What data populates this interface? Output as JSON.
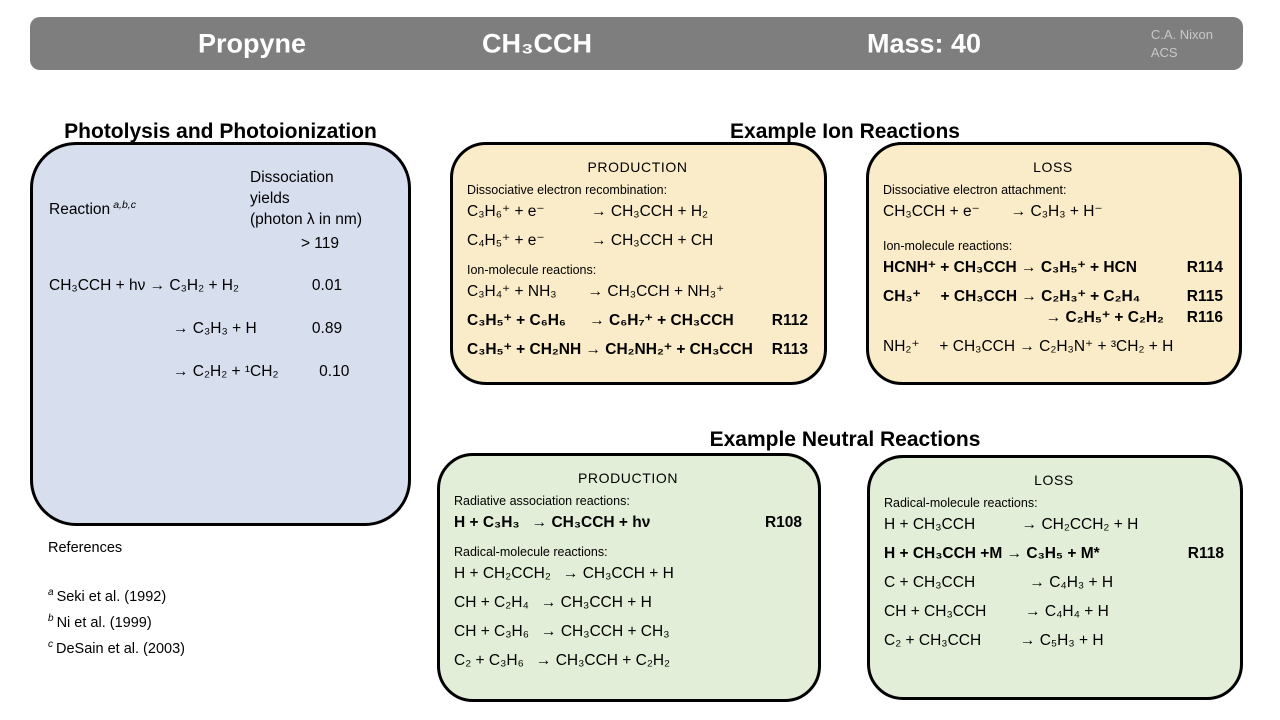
{
  "header": {
    "name": "Propyne",
    "formula": "CH₃CCH",
    "mass": "Mass: 40",
    "credit_line1": "C.A. Nixon",
    "credit_line2": "ACS"
  },
  "photolysis": {
    "title": "Photolysis and Photoionization",
    "reaction_col_label": "Reaction",
    "reaction_col_superscript": "a,b,c",
    "yield_col_heading": "Dissociation\nyields\n(photon λ in nm)",
    "yield_threshold": "> 119",
    "rows": [
      {
        "reaction": "CH₃CCH + hν → C₃H₂ + H₂",
        "yield": "0.01"
      },
      {
        "reaction": "        → C₃H₃ + H",
        "yield": "0.89"
      },
      {
        "reaction": "        → C₂H₂ + ¹CH₂",
        "yield": "0.10"
      }
    ]
  },
  "references": {
    "title": "References",
    "items": [
      {
        "sup": "a",
        "text": "Seki et al.  (1992)"
      },
      {
        "sup": "b",
        "text": "Ni et al. (1999)"
      },
      {
        "sup": "c",
        "text": "DeSain et al. (2003)"
      }
    ]
  },
  "ion": {
    "title": "Example Ion Reactions",
    "production": {
      "heading": "PRODUCTION",
      "groups": [
        {
          "label": "Dissociative electron recombination:",
          "reactions": [
            {
              "text": "C₃H₆⁺ + e⁻   → CH₃CCH + H₂"
            },
            {
              "text": "C₄H₅⁺ + e⁻   → CH₃CCH + CH"
            }
          ]
        },
        {
          "label": "Ion-molecule reactions:",
          "reactions": [
            {
              "text": "C₃H₄⁺ + NH₃  → CH₃CCH + NH₃⁺"
            },
            {
              "text": "C₃H₅⁺ + C₆H₆  → C₆H₇⁺ + CH₃CCH",
              "code": "R112"
            },
            {
              "text": "C₃H₅⁺ + CH₂NH → CH₂NH₂⁺ + CH₃CCH",
              "code": "R113"
            }
          ]
        }
      ]
    },
    "loss": {
      "heading": "LOSS",
      "groups": [
        {
          "label": "Dissociative electron attachment:",
          "reactions": [
            {
              "text": "CH₃CCH + e⁻   → C₃H₃ + H⁻"
            }
          ]
        },
        {
          "label": "Ion-molecule reactions:",
          "reactions": [
            {
              "text": "HCNH⁺ + CH₃CCH → C₃H₅⁺ + HCN",
              "code": "R114"
            },
            {
              "text": "CH₃⁺  + CH₃CCH → C₂H₃⁺ + C₂H₄",
              "code": "R115"
            },
            {
              "text": "           → C₂H₅⁺ + C₂H₂",
              "code": "R116"
            },
            {
              "text": "NH₂⁺  + CH₃CCH → C₂H₃N⁺ + ³CH₂ + H"
            }
          ]
        }
      ]
    }
  },
  "neutral": {
    "title": "Example Neutral Reactions",
    "production": {
      "heading": "PRODUCTION",
      "groups": [
        {
          "label": "Radiative association reactions:",
          "reactions": [
            {
              "text": "H + C₃H₃  → CH₃CCH + hν",
              "code": "R108"
            }
          ]
        },
        {
          "label": "Radical-molecule reactions:",
          "reactions": [
            {
              "text": "H + CH₂CCH₂  → CH₃CCH + H"
            },
            {
              "text": "CH + C₂H₄  → CH₃CCH + H"
            },
            {
              "text": "CH + C₃H₆  → CH₃CCH + CH₃"
            },
            {
              "text": "C₂ + C₃H₆  → CH₃CCH + C₂H₂"
            }
          ]
        }
      ]
    },
    "loss": {
      "heading": "LOSS",
      "groups": [
        {
          "label": "Radical-molecule reactions:",
          "reactions": [
            {
              "text": "H + CH₃CCH   → CH₂CCH₂ + H"
            },
            {
              "text": "H + CH₃CCH +M → C₃H₅ + M*",
              "code": "R118"
            },
            {
              "text": "C + CH₃CCH    → C₄H₃ + H"
            },
            {
              "text": "CH + CH₃CCH   → C₄H₄ + H"
            },
            {
              "text": "C₂ + CH₃CCH   → C₅H₃ + H"
            }
          ]
        }
      ]
    }
  },
  "colors": {
    "header_bar": "#7e7e7e",
    "photolysis_panel": "#d7dfef",
    "ion_panel": "#faecc8",
    "neutral_panel": "#e2eed8"
  }
}
